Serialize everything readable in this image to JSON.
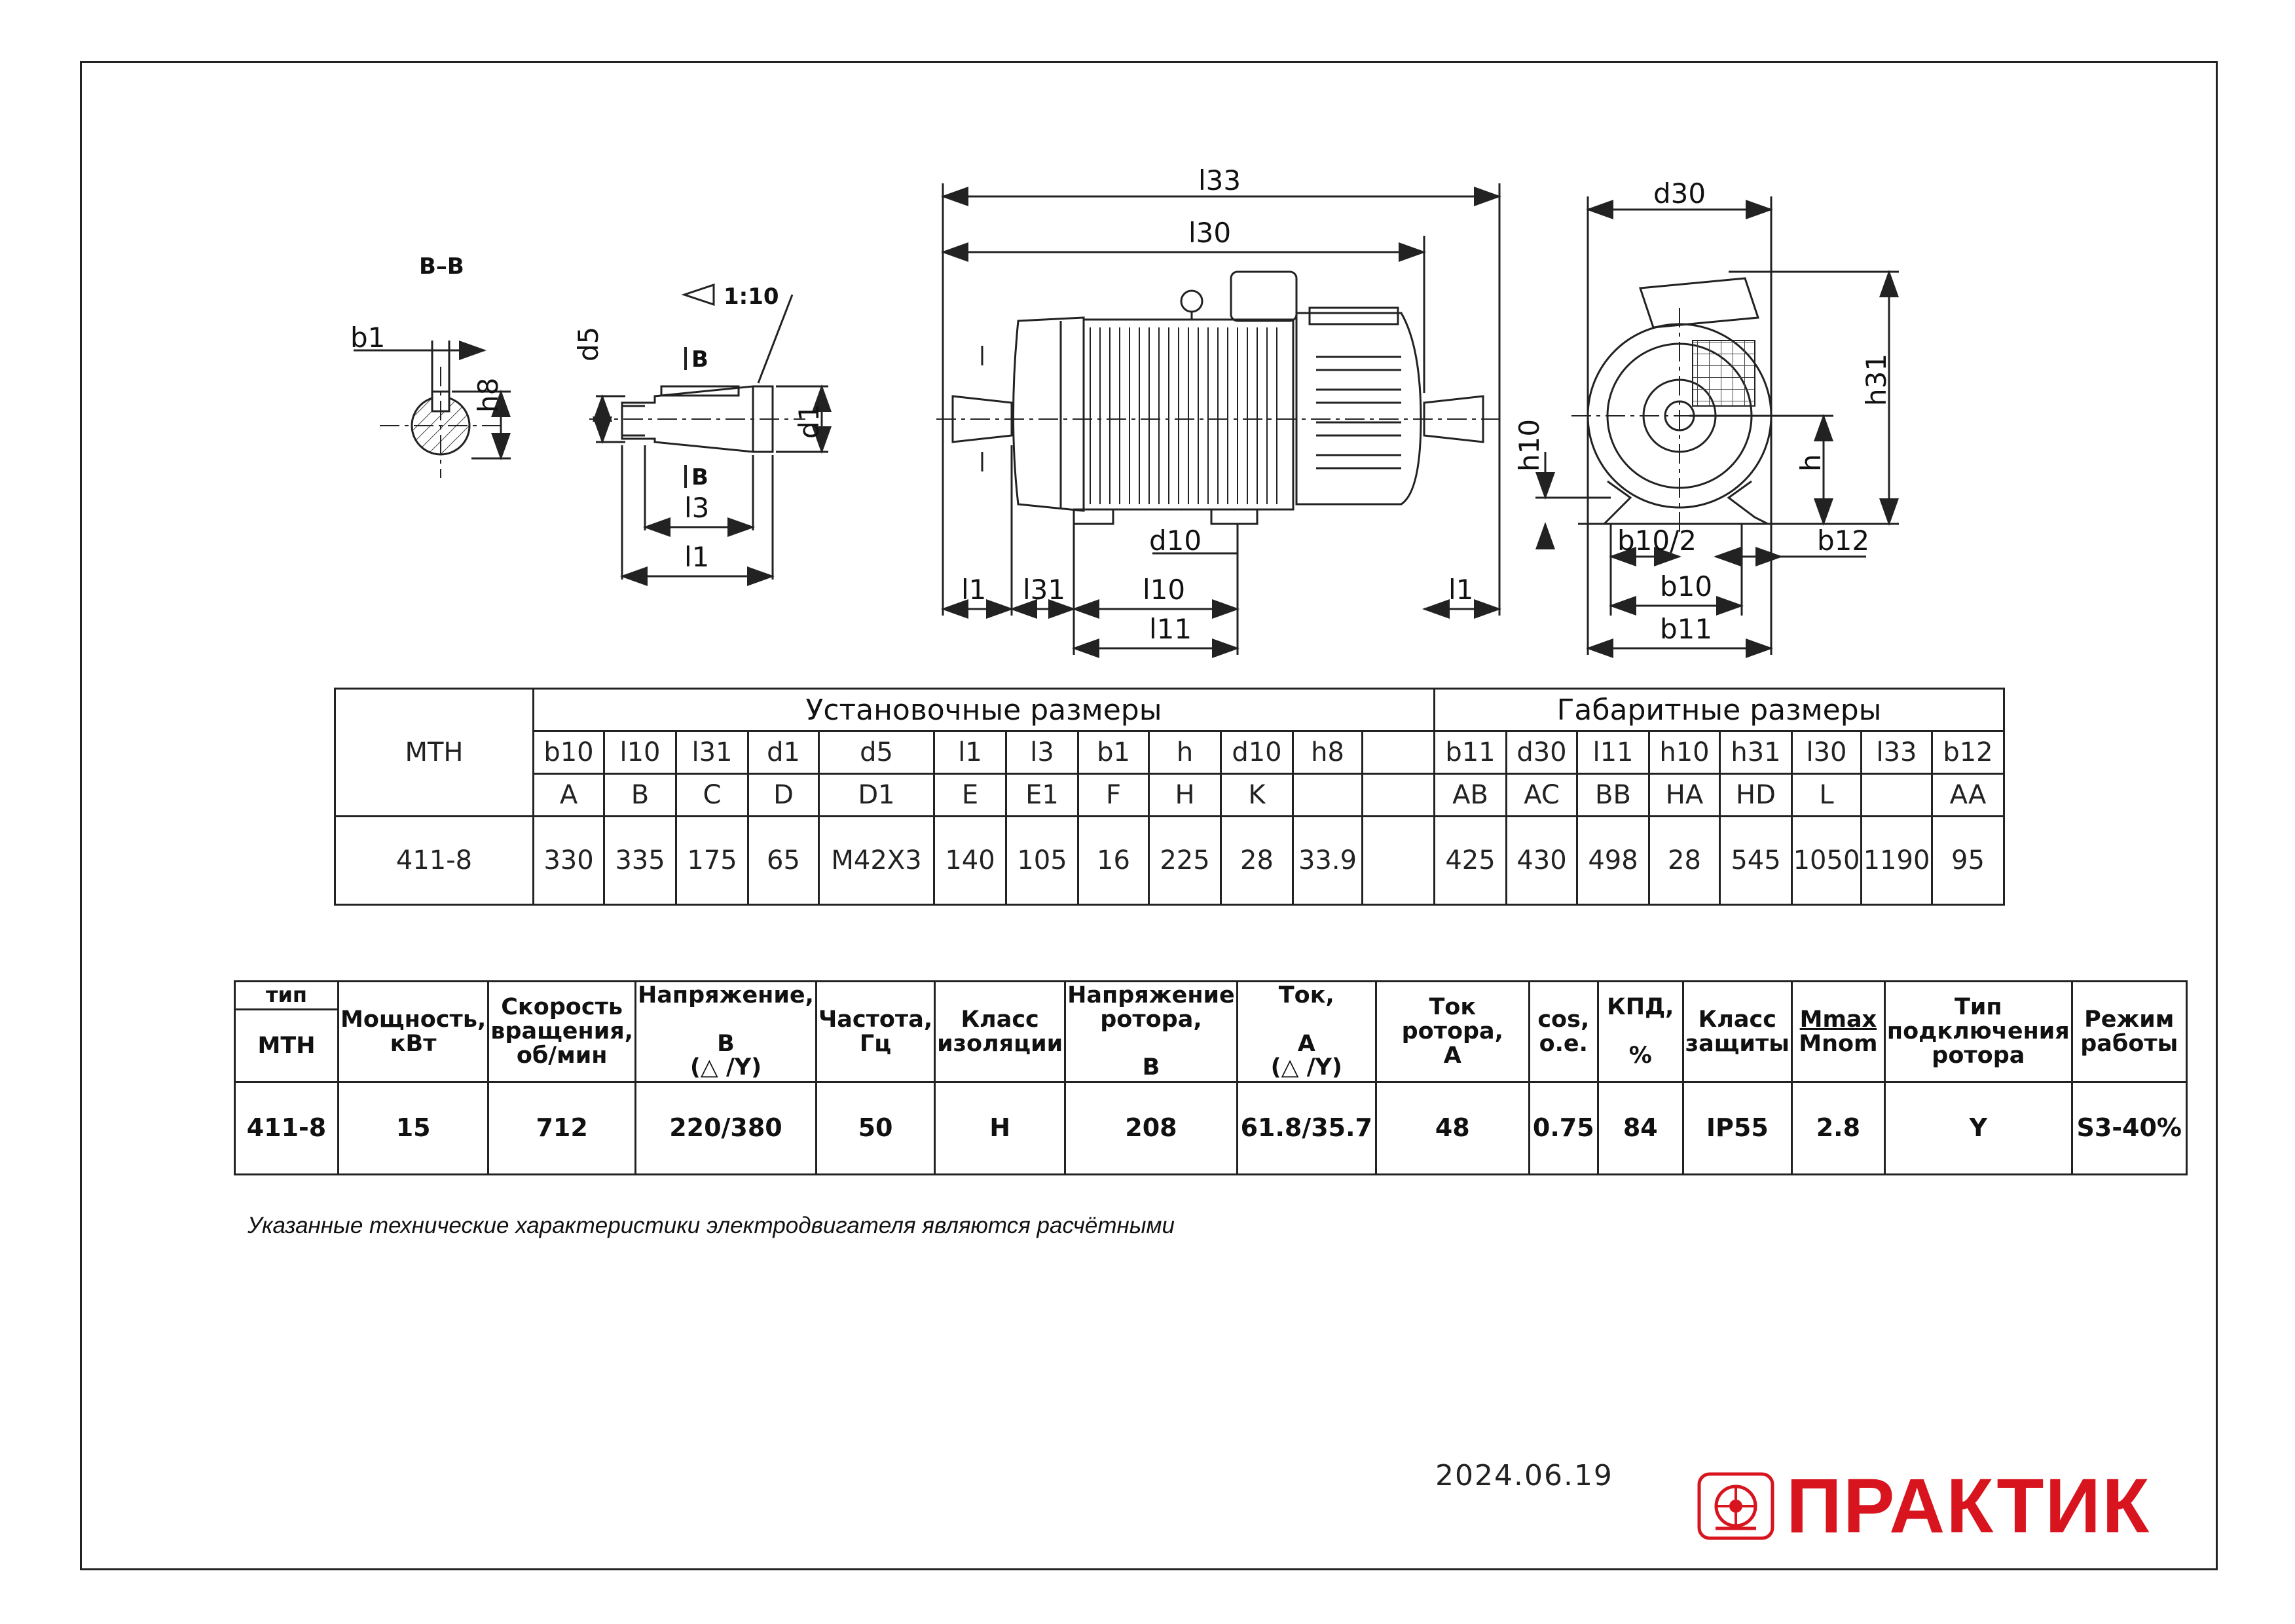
{
  "drawing": {
    "section_label": "В–В",
    "taper_label": "1:10",
    "section_marker": "В",
    "labels": {
      "b1": "b1",
      "h8": "h8",
      "d5": "d5",
      "d1": "d1",
      "l3": "l3",
      "l1": "l1",
      "l33": "l33",
      "l30": "l30",
      "l31": "l31",
      "l10": "l10",
      "l11": "l11",
      "d10": "d10",
      "d30": "d30",
      "h31": "h31",
      "h10": "h10",
      "h": "h",
      "b10_2": "b10/2",
      "b12": "b12",
      "b10": "b10",
      "b11": "b11"
    }
  },
  "dims_table": {
    "model_header": "МТН",
    "group_install": "Установочные размеры",
    "group_overall": "Габаритные размеры",
    "install_cols": [
      "b10",
      "l10",
      "l31",
      "d1",
      "d5",
      "l1",
      "l3",
      "b1",
      "h",
      "d10",
      "h8",
      ""
    ],
    "install_alt": [
      "A",
      "B",
      "C",
      "D",
      "D1",
      "E",
      "E1",
      "F",
      "H",
      "K",
      "",
      ""
    ],
    "install_vals": [
      "330",
      "335",
      "175",
      "65",
      "M42X3",
      "140",
      "105",
      "16",
      "225",
      "28",
      "33.9",
      ""
    ],
    "overall_cols": [
      "b11",
      "d30",
      "l11",
      "h10",
      "h31",
      "l30",
      "l33",
      "b12"
    ],
    "overall_alt": [
      "AB",
      "AC",
      "BB",
      "HA",
      "HD",
      "L",
      "",
      "AA"
    ],
    "overall_vals": [
      "425",
      "430",
      "498",
      "28",
      "545",
      "1050",
      "1190",
      "95"
    ],
    "model_value": "411-8"
  },
  "spec_table": {
    "type_label": "тип",
    "type_value_header": "МТН",
    "headers": {
      "power": [
        "Мощность,",
        "кВт"
      ],
      "speed": [
        "Скорость",
        "вращения,",
        "об/мин"
      ],
      "voltage": [
        "Напряжение,",
        "В",
        "(△ /Y)"
      ],
      "freq": [
        "Частота,",
        "Гц"
      ],
      "insulation": [
        "Класс",
        "изоляции"
      ],
      "rotor_voltage": [
        "Напряжение",
        "ротора,",
        "В"
      ],
      "current": [
        "Ток,",
        "А",
        "(△ /Y)"
      ],
      "rotor_current": [
        "Ток ротора,",
        "А"
      ],
      "cos": [
        "cos,",
        "о.е."
      ],
      "eff": [
        "КПД,",
        "%"
      ],
      "protection": [
        "Класс",
        "защиты"
      ],
      "mmax": "Mmax",
      "mnom": "Mnom",
      "rotor_conn": [
        "Тип",
        "подключения",
        "ротора"
      ],
      "mode": [
        "Режим",
        "работы"
      ]
    },
    "row": {
      "type": "411-8",
      "power": "15",
      "speed": "712",
      "voltage": "220/380",
      "freq": "50",
      "insulation": "H",
      "rotor_voltage": "208",
      "current": "61.8/35.7",
      "rotor_current": "48",
      "cos": "0.75",
      "eff": "84",
      "protection": "IP55",
      "mratio": "2.8",
      "rotor_conn": "Y",
      "mode": "S3-40%"
    }
  },
  "note": "Указанные технические характеристики электродвигателя являются расчётными",
  "date": "2024.06.19",
  "brand": "ПРАКТИК",
  "colors": {
    "brand": "#d8151f",
    "lines": "#222222"
  }
}
